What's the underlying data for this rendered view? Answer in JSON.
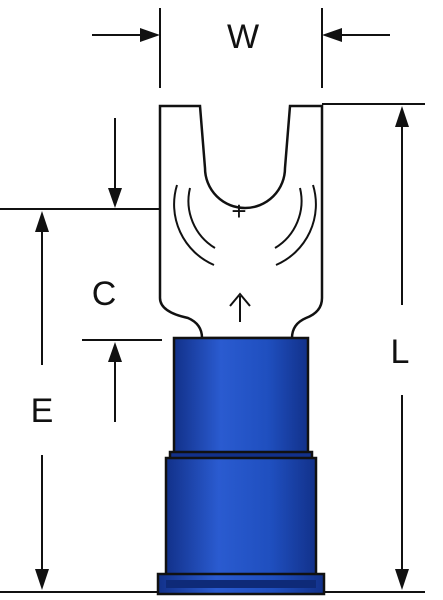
{
  "labels": {
    "width": "W",
    "length": "L",
    "c_dim": "C",
    "e_dim": "E",
    "center_mark": "+"
  },
  "colors": {
    "insulation_blue": "#1f4fbf",
    "insulation_dark": "#12318a",
    "line": "#111111"
  }
}
